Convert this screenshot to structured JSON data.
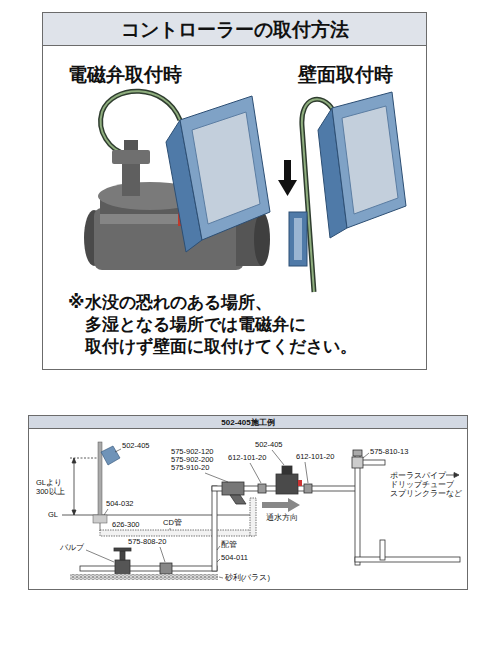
{
  "diagram": {
    "nodes": [
      {
        "text": [
          "コントローラーの取付方法"
        ]
      },
      {
        "text": [
          "502-405施工例"
        ]
      }
    ],
    "labels": [
      "電磁弁取付時",
      "壁面取付時",
      "※水没の恐れのある場所、 多湿となる場所では電磁弁に 取付けず壁面に取付けてください。",
      "502-405",
      "575-902-120",
      "575-902-200",
      "575-910-20",
      "502-405",
      "612-101-20",
      "612-101-20",
      "575-810-13",
      "ポーラスパイプ ドリップチューブ スプリンクラーなど",
      "GLより 300以上",
      "504-032",
      "GL",
      "626-300",
      "CD管",
      "通水方向",
      "575-808-20",
      "配管",
      "バルブ",
      "504-011",
      "砂利(バラス)"
    ]
  }
}
